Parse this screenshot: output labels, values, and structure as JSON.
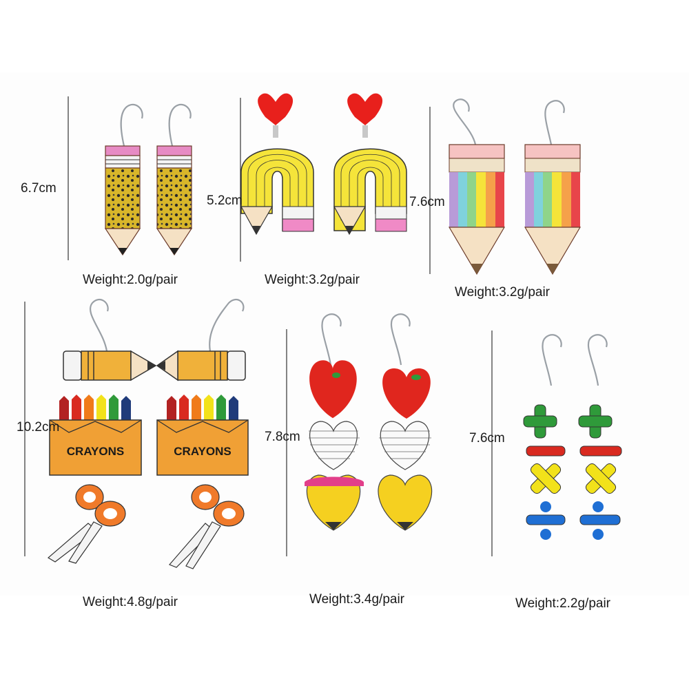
{
  "products": [
    {
      "size": "6.7cm",
      "weight": "Weight:2.0g/pair"
    },
    {
      "size": "5.2cm",
      "weight": "Weight:3.2g/pair"
    },
    {
      "size": "7.6cm",
      "weight": "Weight:3.2g/pair"
    },
    {
      "size": "10.2cm",
      "weight": "Weight:4.8g/pair"
    },
    {
      "size": "7.8cm",
      "weight": "Weight:3.4g/pair"
    },
    {
      "size": "7.6cm",
      "weight": "Weight:2.2g/pair"
    }
  ],
  "crayon_box_text": "CRAYONS",
  "colors": {
    "pencil_pink": "#e78bc4",
    "leopard_yellow": "#d8b62a",
    "rainbow_yellow": "#f5e43a",
    "heart_red": "#e0261e",
    "crayon_box": "#f0a035",
    "plus_green": "#2f9a3a",
    "minus_red": "#d92a20",
    "times_yellow": "#f2e21a",
    "divide_blue": "#1f6fd4"
  }
}
